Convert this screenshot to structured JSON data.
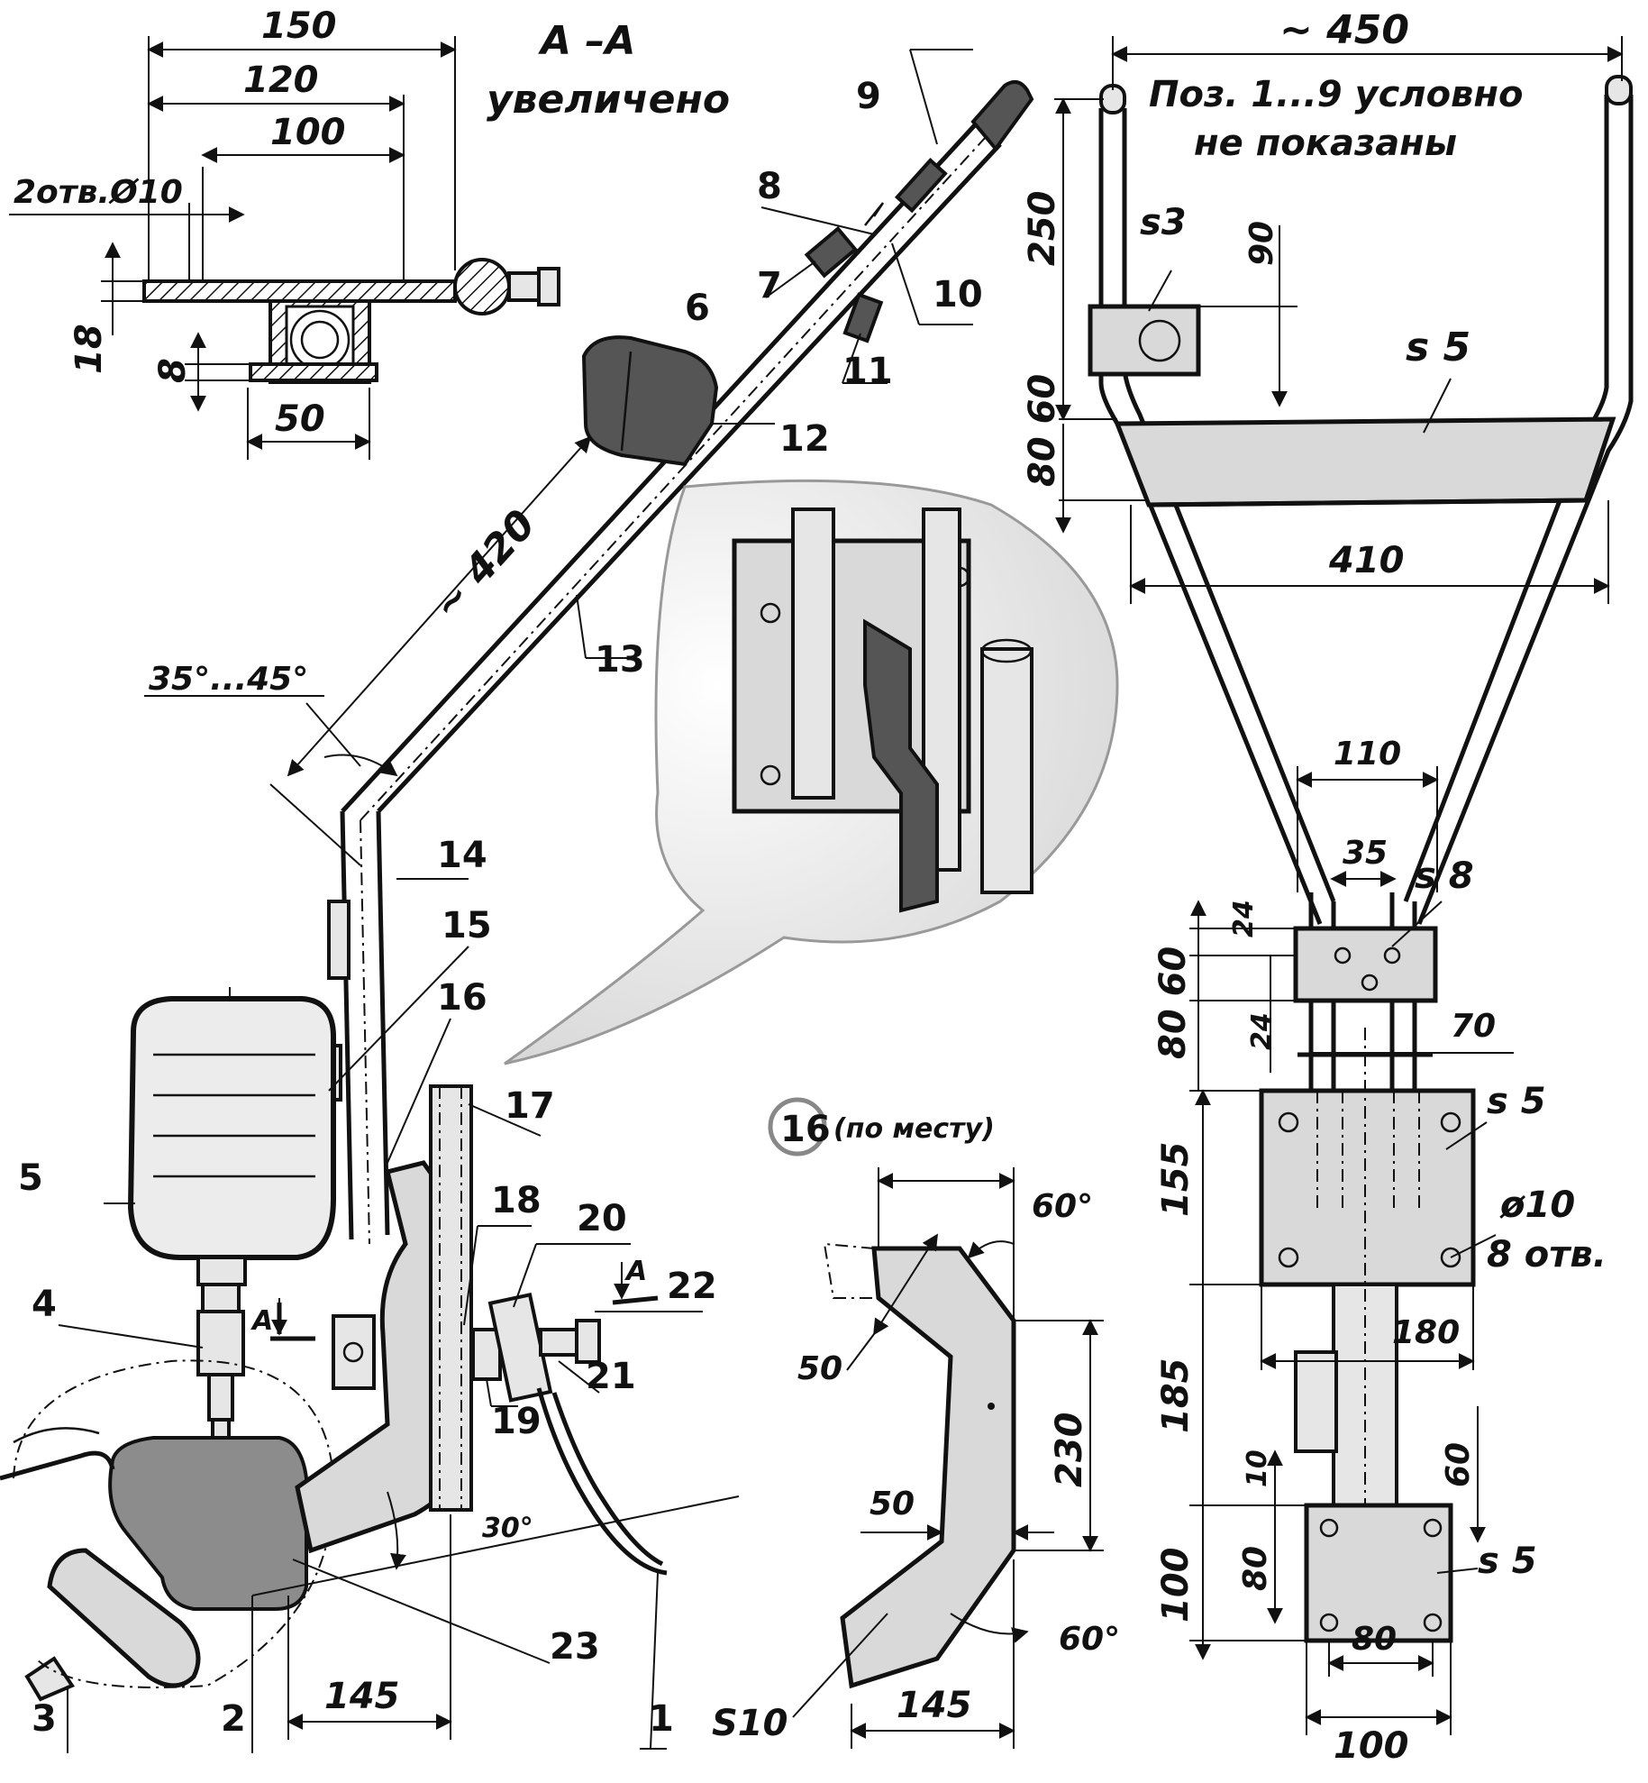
{
  "section_view": {
    "title": "A –A",
    "subtitle": "увеличено",
    "dims": {
      "d150": "150",
      "d120": "120",
      "d100": "100",
      "d50": "50",
      "d18": "18",
      "d8": "8",
      "holes": "2отв.Ø10"
    }
  },
  "side_view": {
    "dims": {
      "length": "~ 420",
      "angle_range": "35°...45°",
      "angle_bottom": "30°",
      "d145": "145"
    },
    "section_marker": "A",
    "parts": [
      "1",
      "2",
      "3",
      "4",
      "5",
      "6",
      "7",
      "8",
      "9",
      "10",
      "11",
      "12",
      "13",
      "14",
      "15",
      "16",
      "17",
      "18",
      "19",
      "20",
      "21",
      "22",
      "23"
    ]
  },
  "frame_view": {
    "note_line1": "Поз. 1...9 условно",
    "note_line2": "не показаны",
    "dims": {
      "width": "~ 450",
      "d410": "410",
      "d110": "110",
      "d35": "35",
      "d70": "70",
      "d180": "180",
      "d80_bottom": "80",
      "d100_bottom": "100",
      "d250": "250",
      "d90": "90",
      "d80_60_top": "80 60",
      "d24a": "24",
      "d80_60_mid": "80 60",
      "d24b": "24",
      "d155": "155",
      "d185": "185",
      "d10": "10",
      "d60": "60",
      "d100_left": "100",
      "d80_left": "80",
      "hole": "ø10",
      "holes_count": "8 отв."
    },
    "thickness": {
      "s3": "s3",
      "s5_top": "s 5",
      "s8": "s 8",
      "s5_mid": "s 5",
      "s5_bot": "s 5"
    }
  },
  "detail_16": {
    "number": "16",
    "note": "(по месту)",
    "dims": {
      "a60_top": "60°",
      "d50_top": "50",
      "d230": "230",
      "d50_mid": "50",
      "a60_bottom": "60°",
      "d145": "145",
      "thickness": "S10"
    }
  }
}
